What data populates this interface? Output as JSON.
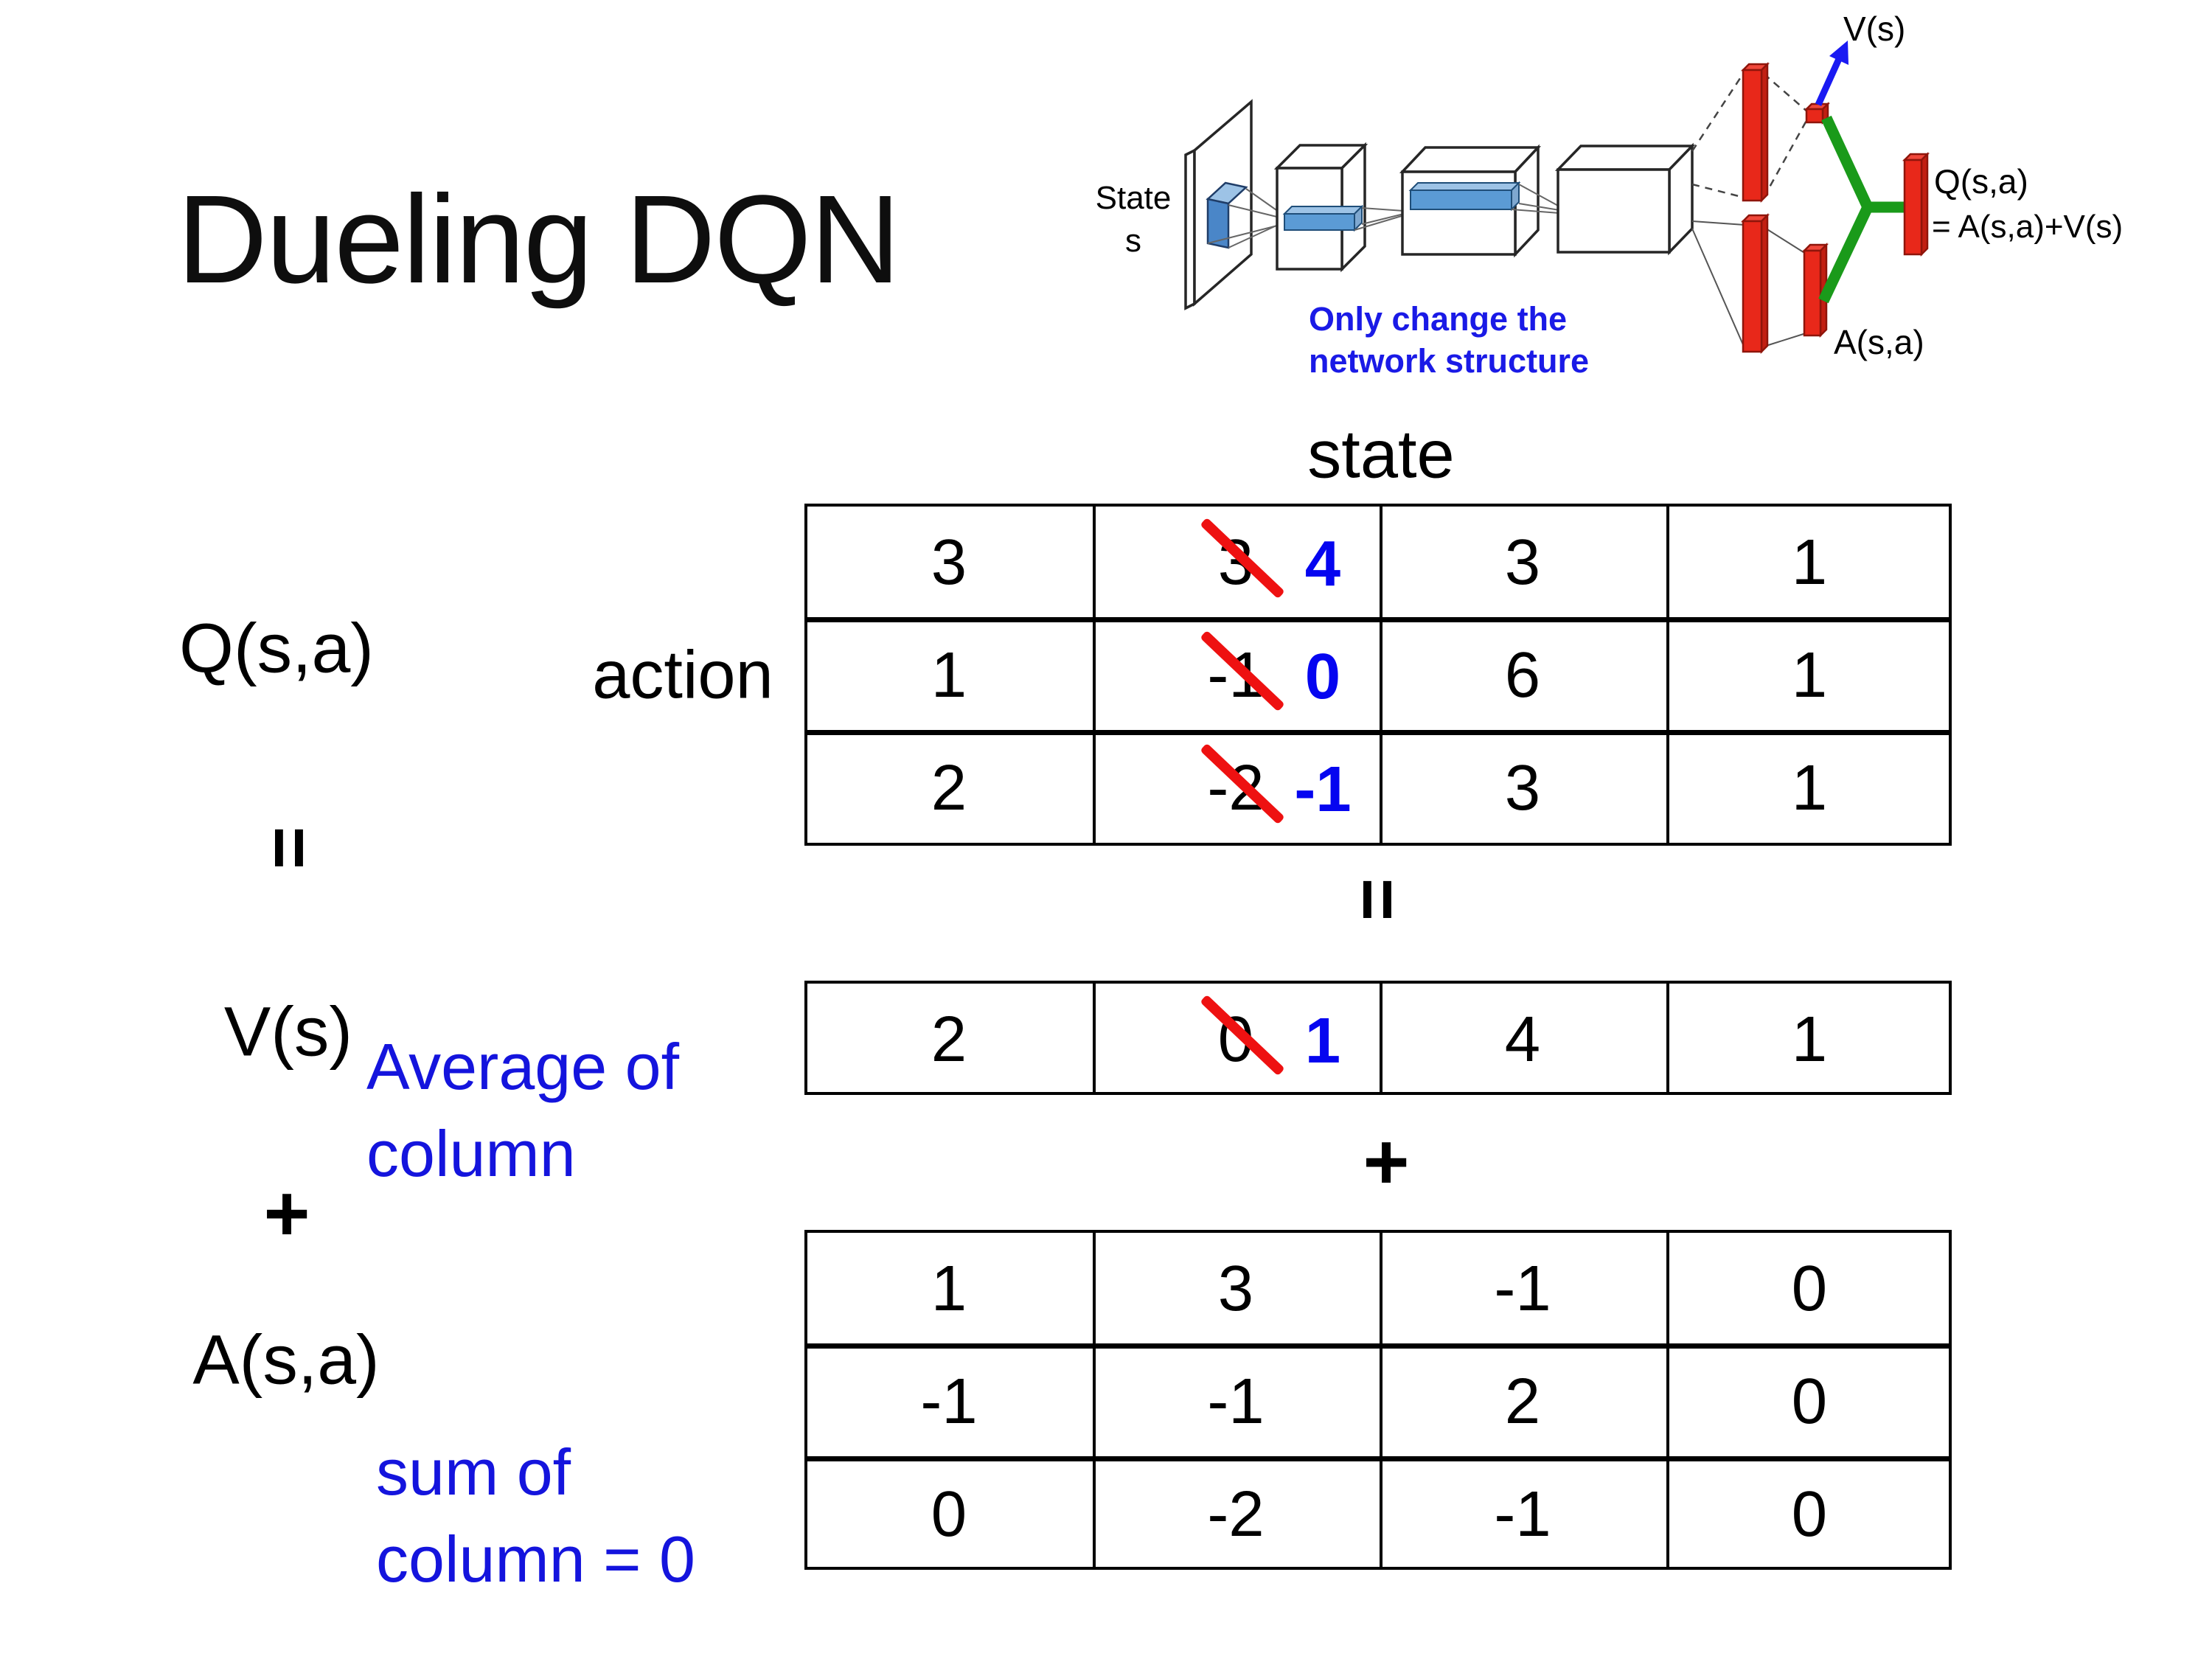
{
  "title": "Dueling DQN",
  "colors": {
    "annotation_blue": "#1414dd",
    "override_blue": "#0505f0",
    "strike_red": "#ee1111",
    "bar_red": "#e8281a",
    "conv_blue": "#5b9bd5",
    "branch_green": "#1a9a1a"
  },
  "diagram": {
    "state_line1": "State",
    "state_line2": "s",
    "note_line1": "Only change the",
    "note_line2": "network structure",
    "v_out_label": "V(s)",
    "a_out_label": "A(s,a)",
    "q_out_label": "Q(s,a)",
    "q_formula": "= A(s,a)+V(s)"
  },
  "matrix_section": {
    "state_header": "state",
    "action_label": "action",
    "q_label": "Q(s,a)",
    "v_label": "V(s)",
    "a_label": "A(s,a)",
    "equals_left": "=",
    "equals_center": "=",
    "plus_left": "+",
    "plus_center": "+",
    "v_note1": "Average of",
    "v_note2": "column",
    "a_note1": "sum of",
    "a_note2": "column = 0",
    "q_table": {
      "rows": [
        [
          "3",
          "3",
          "3",
          "1"
        ],
        [
          "1",
          "-1",
          "6",
          "1"
        ],
        [
          "2",
          "-2",
          "3",
          "1"
        ]
      ],
      "overrides": [
        {
          "row": 0,
          "col": 1,
          "new": "4"
        },
        {
          "row": 1,
          "col": 1,
          "new": "0"
        },
        {
          "row": 2,
          "col": 1,
          "new": "-1"
        }
      ]
    },
    "v_table": {
      "rows": [
        [
          "2",
          "0",
          "4",
          "1"
        ]
      ],
      "overrides": [
        {
          "row": 0,
          "col": 1,
          "new": "1"
        }
      ]
    },
    "a_table": {
      "rows": [
        [
          "1",
          "3",
          "-1",
          "0"
        ],
        [
          "-1",
          "-1",
          "2",
          "0"
        ],
        [
          "0",
          "-2",
          "-1",
          "0"
        ]
      ],
      "overrides": []
    }
  }
}
